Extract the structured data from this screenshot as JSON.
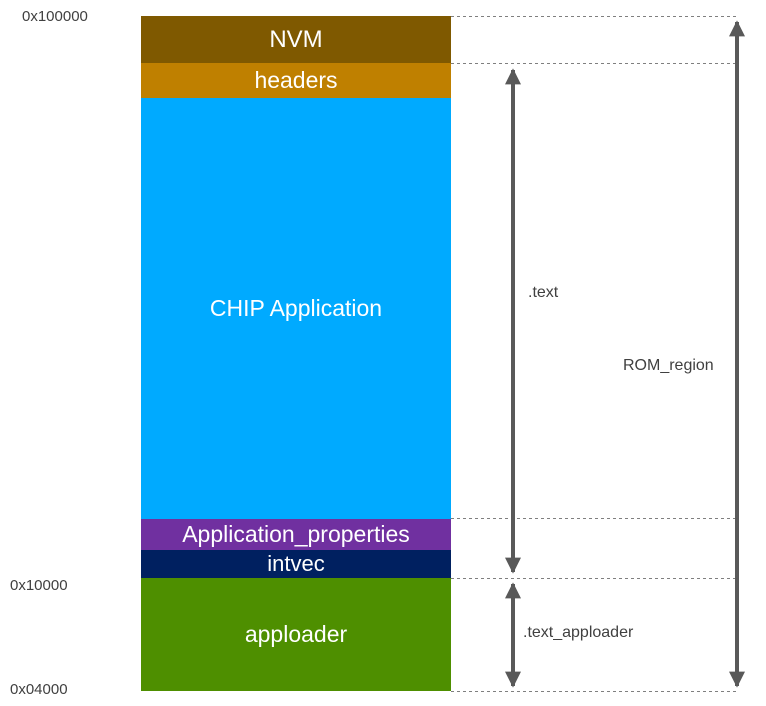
{
  "addresses": {
    "top": "0x100000",
    "mid": "0x10000",
    "bottom": "0x04000"
  },
  "regions": {
    "nvm": {
      "label": "NVM",
      "color": "#7f5900"
    },
    "headers": {
      "label": "headers",
      "color": "#bf8000"
    },
    "chip_application": {
      "label": "CHIP Application",
      "color": "#00aaff"
    },
    "application_properties": {
      "label": "Application_properties",
      "color": "#7030a0"
    },
    "intvec": {
      "label": "intvec",
      "color": "#002060"
    },
    "apploader": {
      "label": "apploader",
      "color": "#4e8f00"
    }
  },
  "sections": {
    "text": ".text",
    "text_apploader": ".text_apploader",
    "rom_region": "ROM_region"
  },
  "arrow_color": "#595959"
}
